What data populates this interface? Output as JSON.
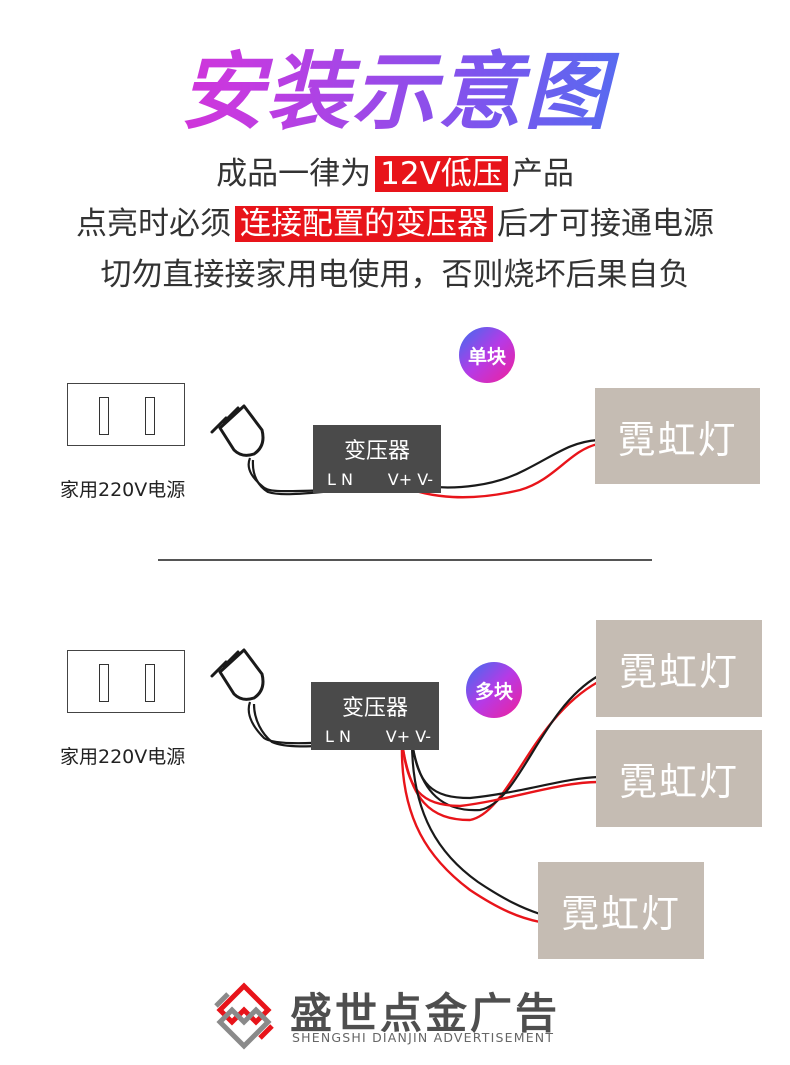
{
  "title": "安装示意图",
  "notice": {
    "line1_pre": "成品一律为",
    "line1_highlight": "12V低压",
    "line1_post": "产品",
    "line2_pre": "点亮时必须",
    "line2_highlight": "连接配置的变压器",
    "line2_post": "后才可接通电源",
    "line3": "切勿直接接家用电使用，否则烧坏后果自负"
  },
  "single": {
    "badge": "单块",
    "source_label": "家用220V电源",
    "transformer": {
      "name": "变压器",
      "input": "L N",
      "output": "V+ V-"
    },
    "lamps": [
      "霓虹灯"
    ]
  },
  "multi": {
    "badge": "多块",
    "source_label": "家用220V电源",
    "transformer": {
      "name": "变压器",
      "input": "L N",
      "output": "V+ V-"
    },
    "lamps": [
      "霓虹灯",
      "霓虹灯",
      "霓虹灯"
    ]
  },
  "brand": {
    "name_cn": "盛世点金广告",
    "name_en": "SHENGSHI DIANJIN ADVERTISEMENT"
  },
  "colors": {
    "highlight": "#e8141a",
    "transformer": "#4a4a4a",
    "lamp": "#c5bcb3",
    "wire_red": "#e8141a",
    "wire_black": "#1a1a1a",
    "logo_red": "#e8141a",
    "logo_gray": "#8a8a8a"
  }
}
